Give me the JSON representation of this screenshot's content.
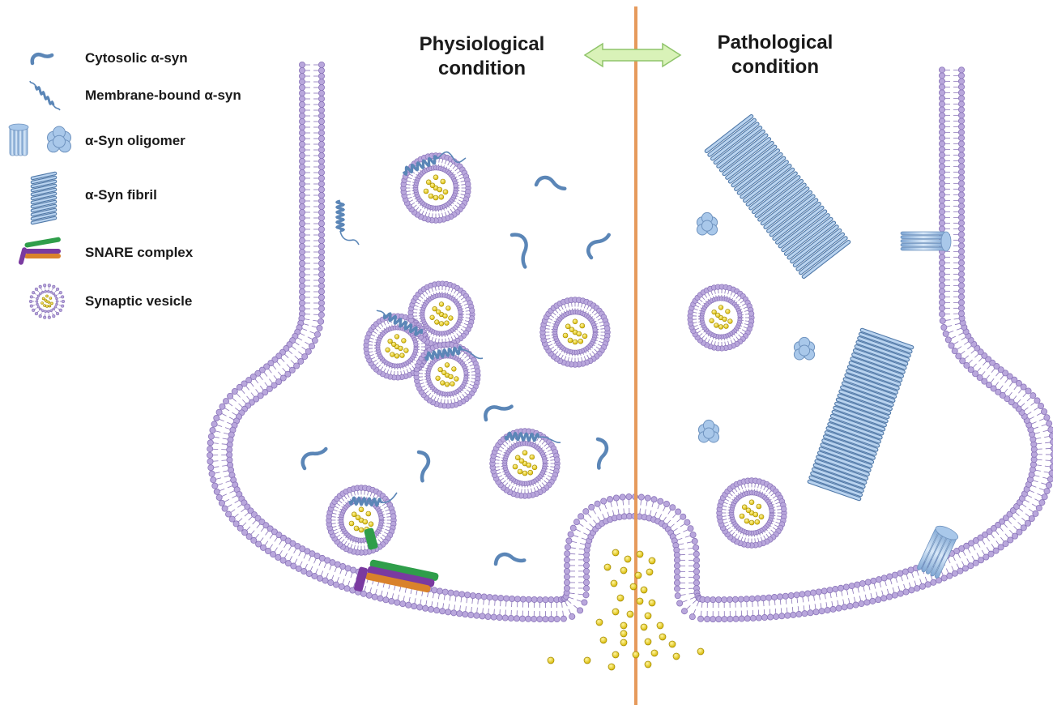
{
  "headings": {
    "left": [
      "Physiological",
      "condition"
    ],
    "right": [
      "Pathological",
      "condition"
    ]
  },
  "legend": [
    {
      "label": "Cytosolic α-syn",
      "icon": "cytosolic-alpha-syn-icon"
    },
    {
      "label": "Membrane-bound α-syn",
      "icon": "membrane-bound-alpha-syn-icon"
    },
    {
      "label": "α-Syn oligomer",
      "icon": "alpha-syn-oligomer-icon"
    },
    {
      "label": "α-Syn fibril",
      "icon": "alpha-syn-fibril-icon"
    },
    {
      "label": "SNARE complex",
      "icon": "snare-complex-icon"
    },
    {
      "label": "Synaptic vesicle",
      "icon": "synaptic-vesicle-icon"
    }
  ],
  "colors": {
    "membrane": "#b9a7dc",
    "membrane_stroke": "#8a74b9",
    "alpha_syn": "#5b86b7",
    "oligomer": "#a9c8ea",
    "neurotransmitter": "#e8d21c",
    "divider": "#e69a5c",
    "arrow": "#d9f2b8",
    "snare_green": "#2f9e4a",
    "snare_purple": "#7a3aa0",
    "snare_orange": "#d9822b"
  }
}
